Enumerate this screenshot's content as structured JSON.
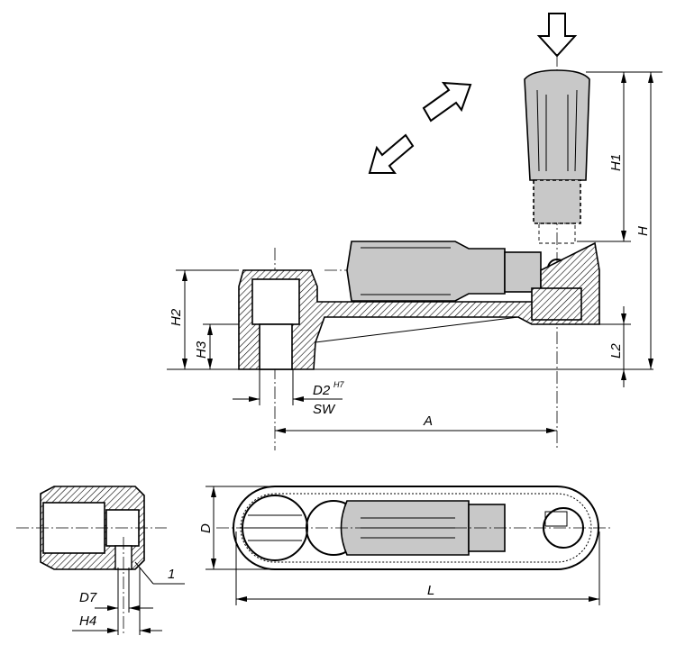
{
  "title": "Crank handle technical drawing",
  "dimensions": {
    "H1": "H1",
    "H": "H",
    "H2": "H2",
    "H3": "H3",
    "L2": "L2",
    "D2": "D2",
    "D2_tolerance": "H7",
    "SW": "SW",
    "A": "A",
    "D": "D",
    "L": "L",
    "D7": "D7",
    "H4": "H4",
    "item_1": "1"
  },
  "colors": {
    "line": "#000000",
    "handle_fill": "#c8c8c8"
  }
}
